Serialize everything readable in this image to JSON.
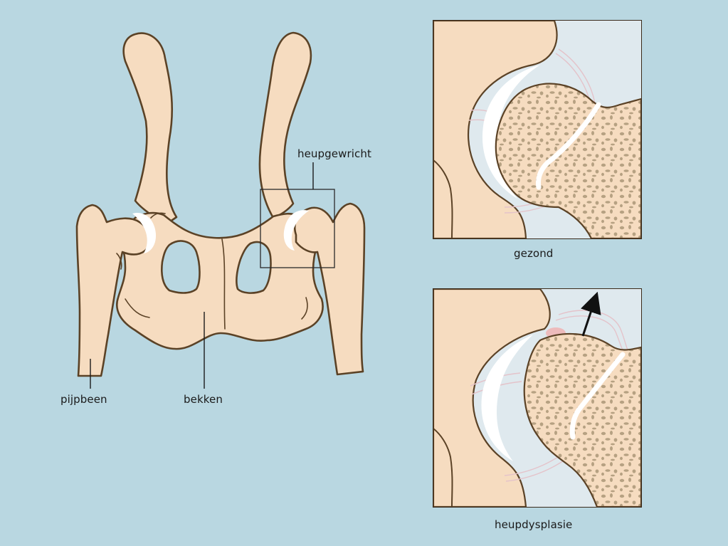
{
  "labels": {
    "hip_joint": "heupgewricht",
    "femur": "pijpbeen",
    "pelvis": "bekken",
    "healthy": "gezond",
    "dysplasia": "heupdysplasie"
  },
  "colors": {
    "background": "#b9d7e1",
    "bone_fill": "#f6dcc0",
    "bone_outline": "#5b4226",
    "cartilage": "#ffffff",
    "spongy_bone": "#b6a182",
    "ligament": "#e9c9cf",
    "panel_bg": "#dfe9ee",
    "inflammation": "#f2a6a6"
  }
}
